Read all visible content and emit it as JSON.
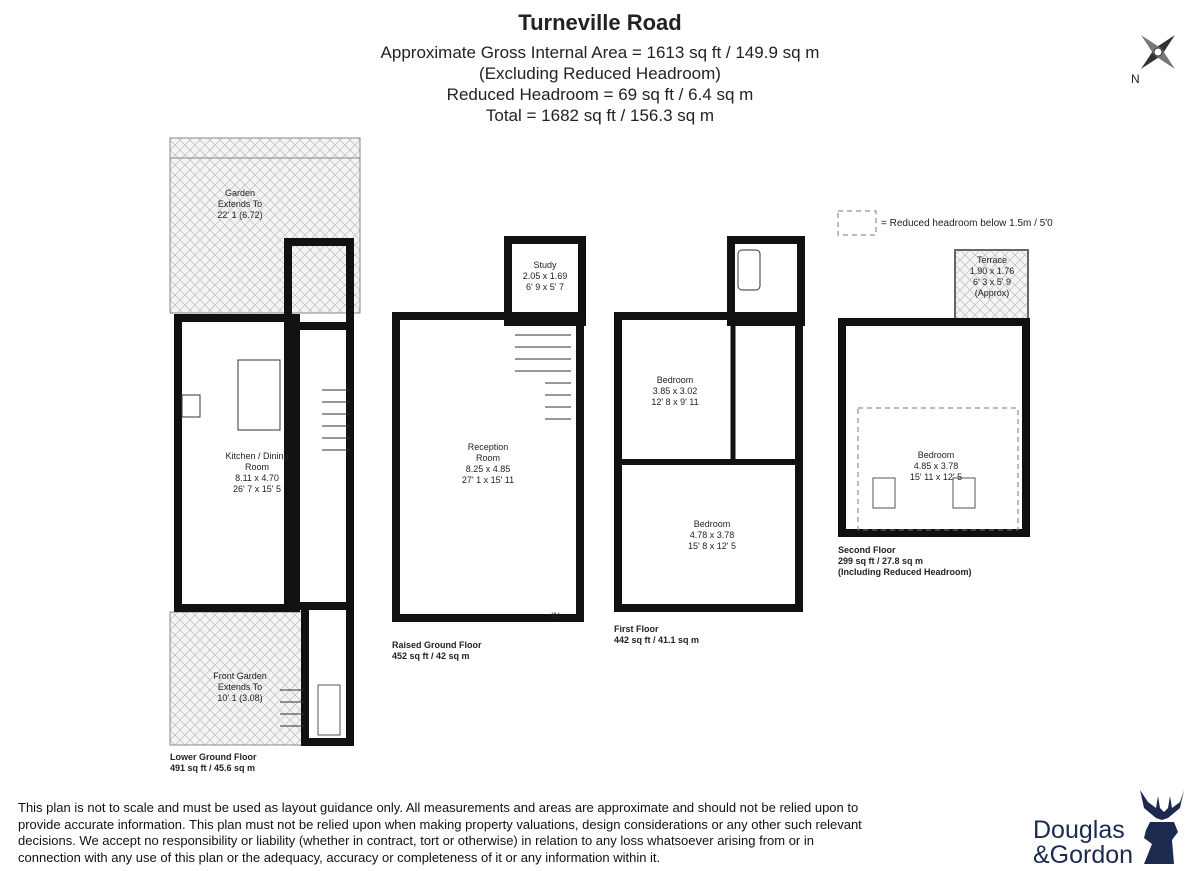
{
  "header": {
    "title": "Turneville Road",
    "lines": [
      "Approximate Gross Internal Area = 1613 sq ft / 149.9 sq m",
      "(Excluding Reduced Headroom)",
      "Reduced Headroom = 69 sq ft / 6.4 sq m",
      "Total = 1682 sq ft / 156.3 sq m"
    ]
  },
  "compass": {
    "label": "N"
  },
  "legend": {
    "label": "= Reduced headroom below 1.5m / 5'0"
  },
  "floors": [
    {
      "name": "Lower Ground Floor",
      "area": "491 sq ft / 45.6 sq m",
      "rooms": [
        {
          "lines": [
            "Garden",
            "Extends To",
            "22' 1 (6.72)"
          ]
        },
        {
          "lines": [
            "Kitchen / Dining",
            "Room",
            "8.11 x 4.70",
            "26' 7 x 15' 5"
          ]
        },
        {
          "lines": [
            "Front Garden",
            "Extends To",
            "10' 1 (3.08)"
          ]
        }
      ]
    },
    {
      "name": "Raised Ground Floor",
      "area": "452 sq ft / 42 sq m",
      "rooms": [
        {
          "lines": [
            "Study",
            "2.05 x 1.69",
            "6' 9 x 5' 7"
          ]
        },
        {
          "lines": [
            "Reception",
            "Room",
            "8.25 x 4.85",
            "27' 1 x 15' 11"
          ]
        }
      ],
      "entrance": "IN"
    },
    {
      "name": "First Floor",
      "area": "442 sq ft / 41.1 sq m",
      "rooms": [
        {
          "lines": [
            "Bedroom",
            "3.85 x 3.02",
            "12' 8 x 9' 11"
          ]
        },
        {
          "lines": [
            "Bedroom",
            "4.78 x 3.78",
            "15' 8 x 12' 5"
          ]
        }
      ]
    },
    {
      "name": "Second Floor",
      "area": "299 sq ft / 27.8 sq m",
      "note": "(Including Reduced Headroom)",
      "rooms": [
        {
          "lines": [
            "Terrace",
            "1.90 x 1.76",
            "6' 3 x 5' 9",
            "(Approx)"
          ]
        },
        {
          "lines": [
            "Bedroom",
            "4.85 x 3.78",
            "15' 11 x 12' 5"
          ]
        }
      ]
    }
  ],
  "disclaimer": [
    "This plan is not to scale and must be used as layout guidance only. All measurements and areas are approximate and should not be relied upon to",
    "provide accurate information. This plan must not be relied upon when making property valuations, design considerations or any other such relevant",
    "decisions. We accept no responsibility or liability (whether in contract, tort or otherwise) in relation to any loss whatsoever arising from or in",
    "connection with any use of this plan or the adequacy, accuracy or completeness of it or any information within it."
  ],
  "logo": {
    "line1": "Douglas",
    "line2": "&Gordon"
  },
  "colors": {
    "brand": "#1b2a4e",
    "wall": "#111111"
  }
}
